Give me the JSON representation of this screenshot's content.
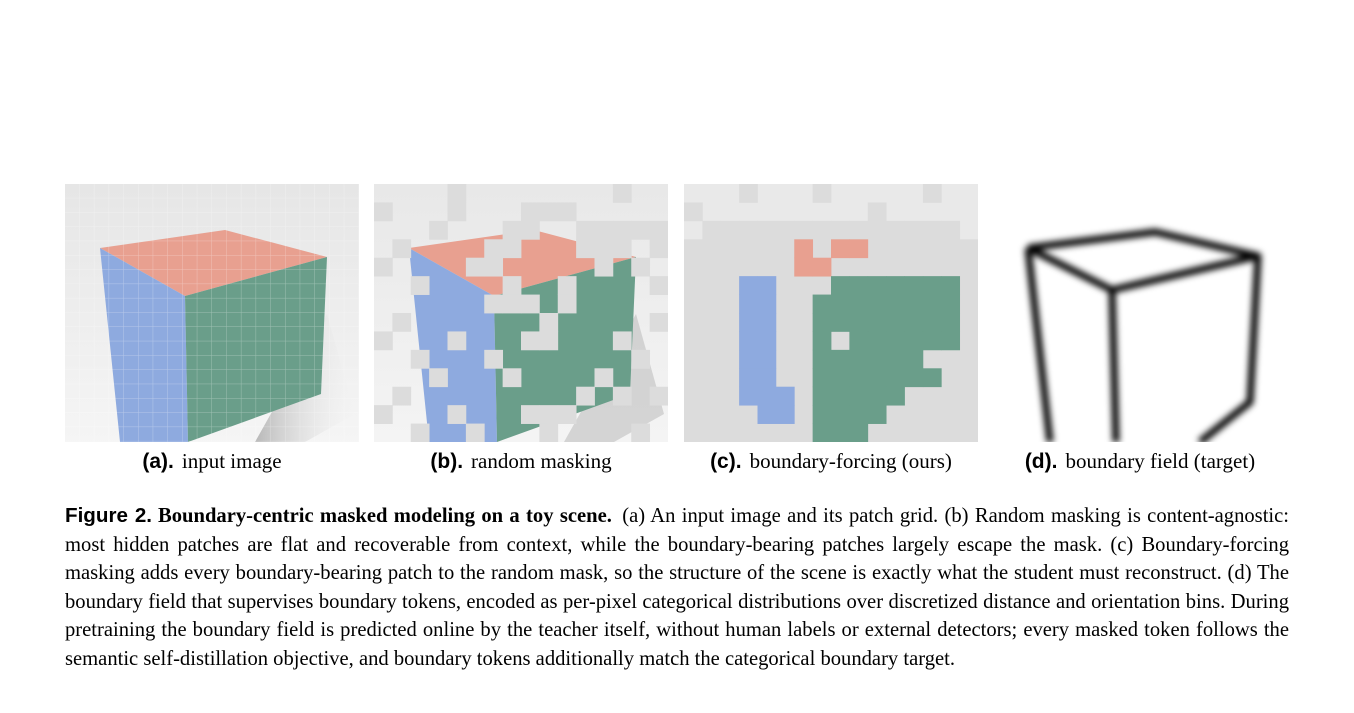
{
  "subfigures": [
    {
      "label": "(a).",
      "text": "input image"
    },
    {
      "label": "(b).",
      "text": "random masking"
    },
    {
      "label": "(c).",
      "text": "boundary-forcing (ours)"
    },
    {
      "label": "(d).",
      "text": "boundary field (target)"
    }
  ],
  "caption": {
    "figure_label": "Figure 2.",
    "bold_title": "Boundary-centric masked modeling on a toy scene.",
    "body": "(a) An input image and its patch grid. (b) Random masking is content-agnostic: most hidden patches are flat and recoverable from context, while the boundary-bearing patches largely escape the mask. (c) Boundary-forcing masking adds every boundary-bearing patch to the random mask, so the structure of the scene is exactly what the student must reconstruct. (d) The boundary field that supervises boundary tokens, encoded as per-pixel categorical distributions over discretized distance and orientation bins. During pretraining the boundary field is predicted online by the teacher itself, without human labels or external detectors; every masked token follows the semantic self-distillation objective, and boundary tokens additionally match the categorical boundary target."
  },
  "colors": {
    "top_face": "#e8a090",
    "left_face": "#8eaadf",
    "right_face": "#6a9e8a",
    "mask": "#dcdcdc",
    "background": "#e9e9e9"
  }
}
